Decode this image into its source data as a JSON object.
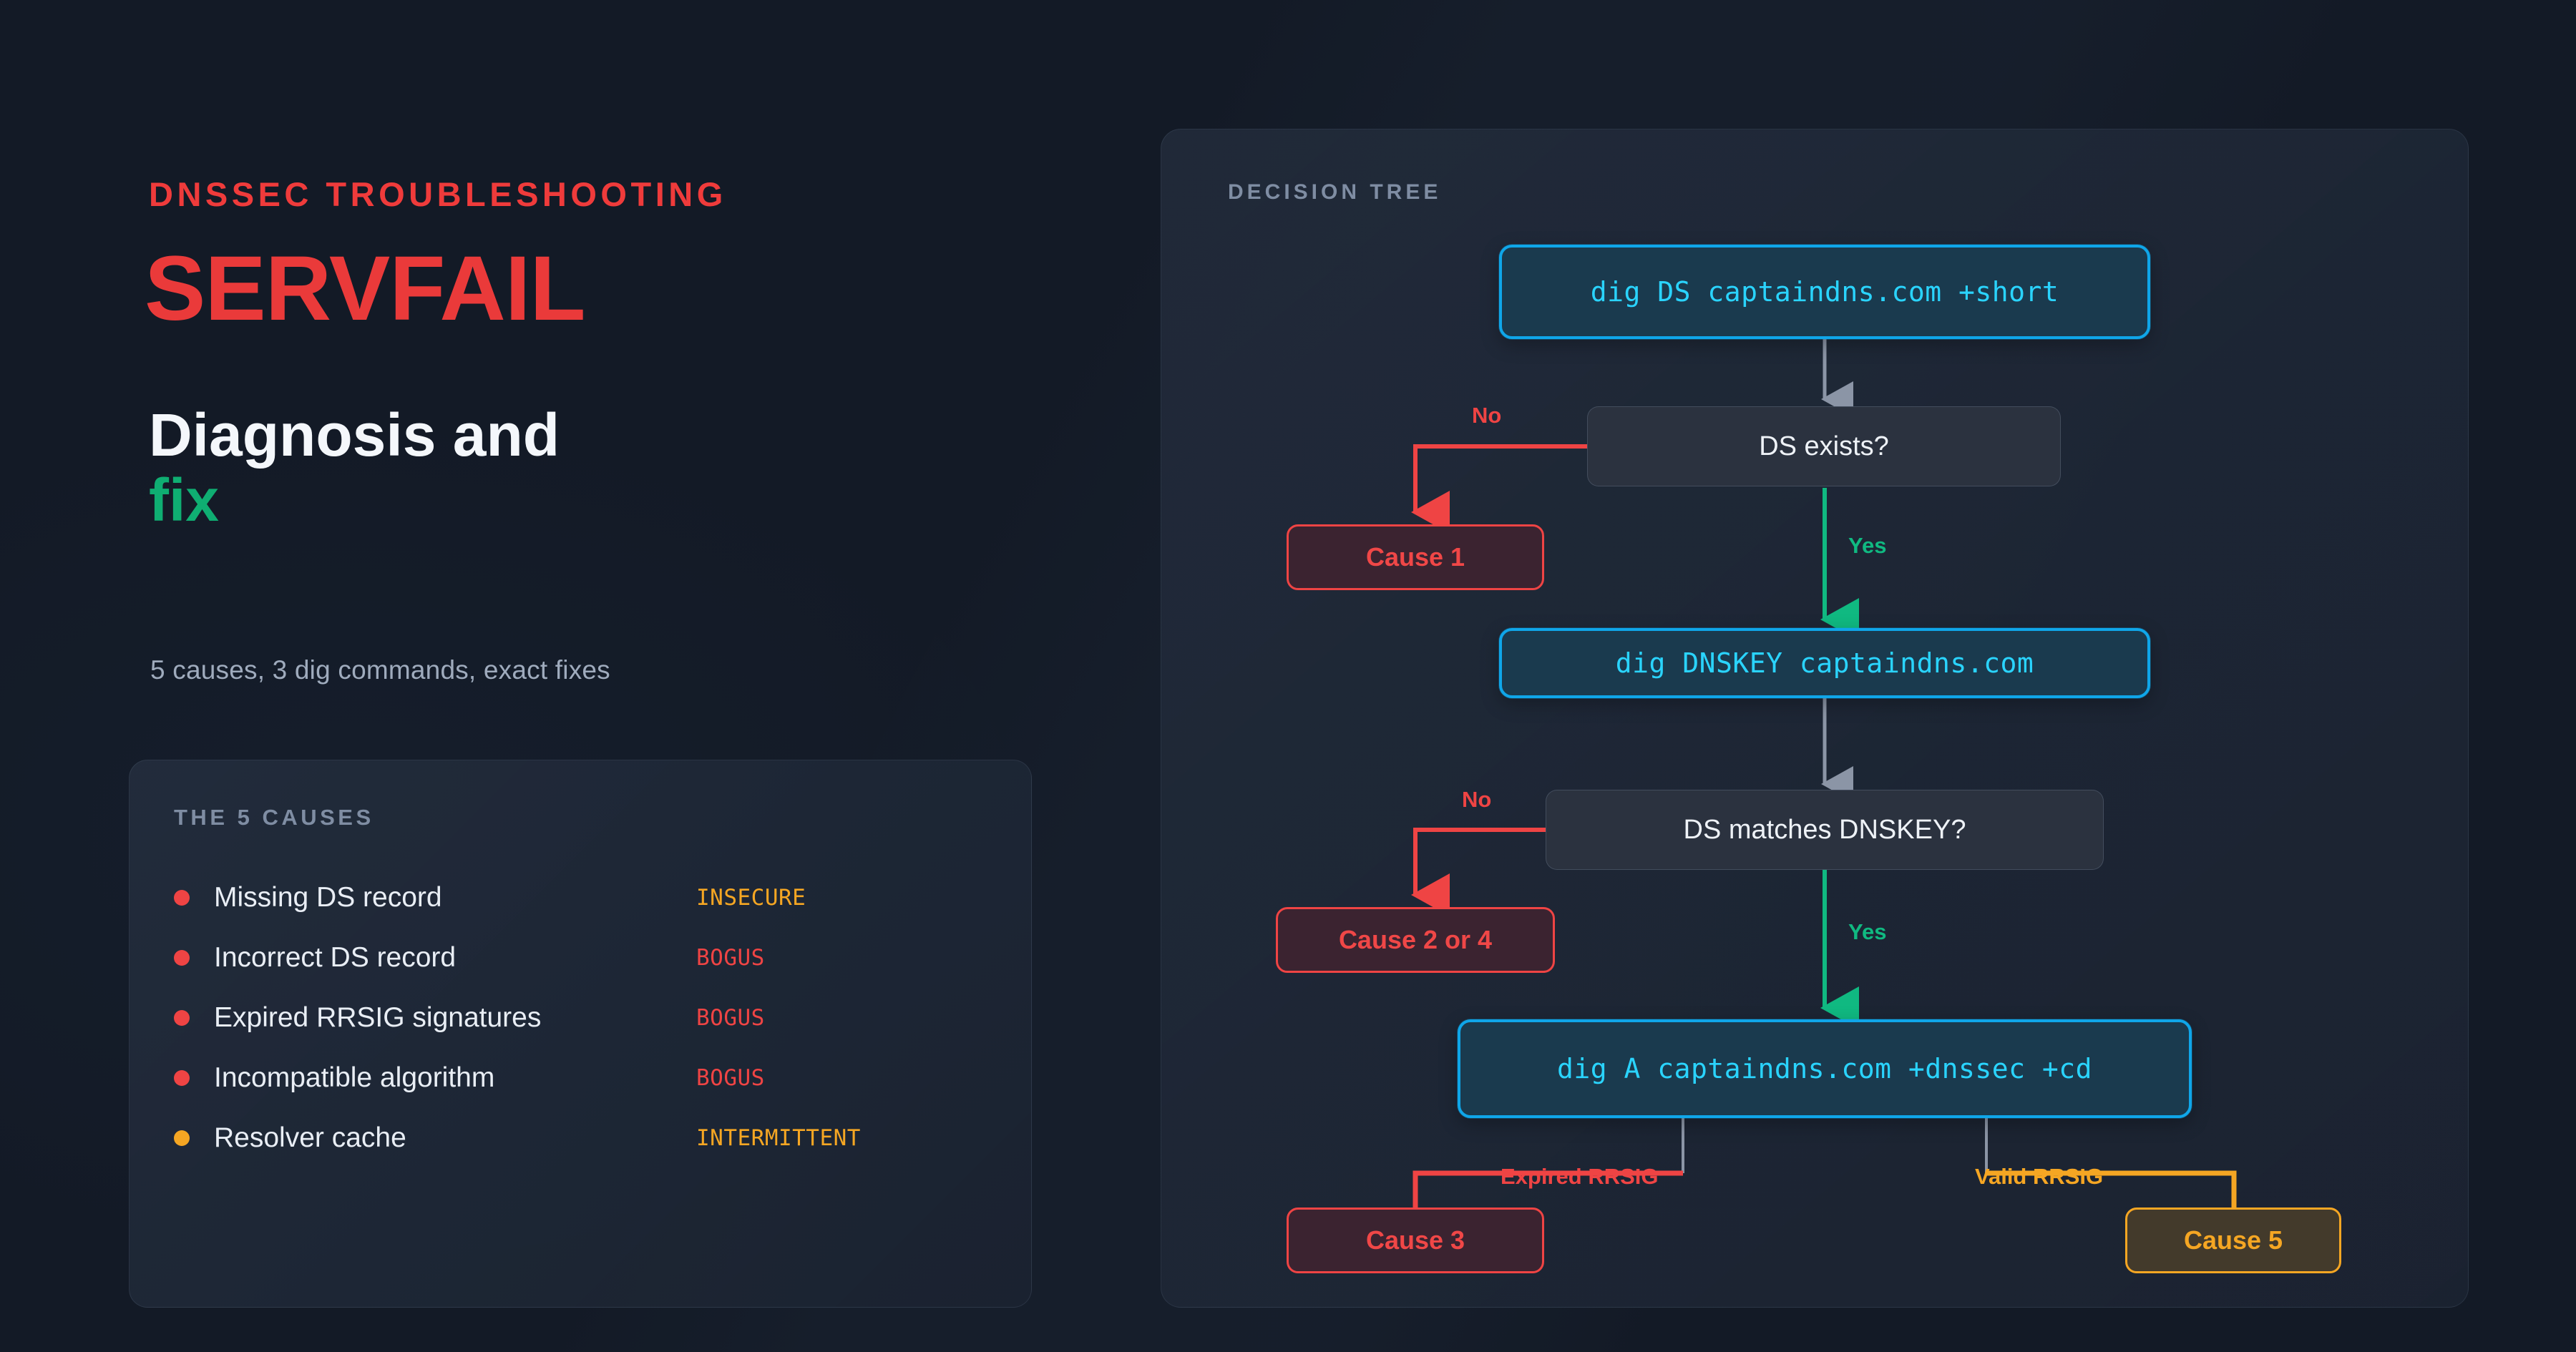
{
  "left": {
    "kicker": "DNSSEC TROUBLESHOOTING",
    "servfail": "SERVFAIL",
    "headline_line1": "Diagnosis and",
    "headline_line2": "fix",
    "subtitle": "5 causes, 3 dig commands, exact fixes",
    "causes_card": {
      "title": "THE 5 CAUSES",
      "items": [
        {
          "label": "Missing DS record",
          "badge": "INSECURE",
          "dot_color": "#ef4444",
          "badge_color": "#f5a623"
        },
        {
          "label": "Incorrect DS record",
          "badge": "BOGUS",
          "dot_color": "#ef4444",
          "badge_color": "#ef4444"
        },
        {
          "label": "Expired RRSIG signatures",
          "badge": "BOGUS",
          "dot_color": "#ef4444",
          "badge_color": "#ef4444"
        },
        {
          "label": "Incompatible algorithm",
          "badge": "BOGUS",
          "dot_color": "#ef4444",
          "badge_color": "#ef4444"
        },
        {
          "label": "Resolver cache",
          "badge": "INTERMITTENT",
          "dot_color": "#f5a623",
          "badge_color": "#f5a623"
        }
      ]
    }
  },
  "tree": {
    "title": "DECISION TREE",
    "nodes": {
      "cmd1": "dig DS captaindns.com +short",
      "decision1": "DS exists?",
      "cause1": "Cause 1",
      "cmd2": "dig DNSKEY captaindns.com",
      "decision2": "DS matches DNSKEY?",
      "cause2or4": "Cause 2 or 4",
      "cmd3": "dig A captaindns.com +dnssec +cd",
      "cause3": "Cause 3",
      "cause5": "Cause 5"
    },
    "edges": {
      "no1": "No",
      "yes1": "Yes",
      "no2": "No",
      "yes2": "Yes",
      "expired_rrsig": "Expired RRSIG",
      "valid_rrsig": "Valid RRSIG"
    }
  },
  "colors": {
    "background": "#131a26",
    "accent_red": "#ef4444",
    "accent_green": "#10b981",
    "accent_cyan": "#0fa6e9",
    "accent_amber": "#f5a623",
    "cmd_text": "#2ad4ff"
  }
}
